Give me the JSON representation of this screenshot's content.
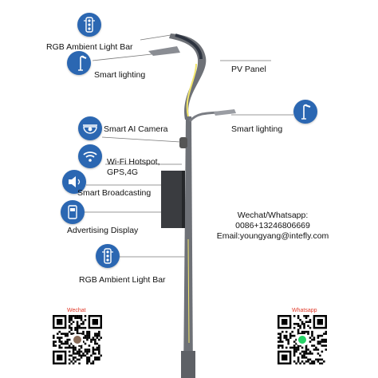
{
  "features": {
    "rgb_top": "RGB Ambient Light Bar",
    "smart_lighting_left": "Smart lighting",
    "pv_panel": "PV Panel",
    "smart_lighting_right": "Smart lighting",
    "smart_ai_camera": "Smart AI Camera",
    "wifi_line1": "Wi-Fi Hotspot,",
    "wifi_line2": "GPS,4G",
    "smart_broadcasting": "Smart Broadcasting",
    "advertising_display": "Advertising Display",
    "rgb_bottom": "RGB Ambient Light Bar"
  },
  "contact": {
    "line1": "Wechat/Whatsapp:",
    "line2": "0086+13246806669",
    "line3": "Email:youngyang@intefly.com"
  },
  "qr": {
    "wechat_title": "Wechat",
    "whatsapp_title": "Whatsapp"
  },
  "colors": {
    "icon_blue": "#2b67b2",
    "pole_gray": "#6e7177",
    "accent_yellow": "#f2e66b",
    "qr_red": "#e03a2a"
  },
  "icons": [
    "traffic-light-icon",
    "street-lamp-icon",
    "camera-icon",
    "wifi-icon",
    "speaker-icon",
    "display-icon"
  ]
}
